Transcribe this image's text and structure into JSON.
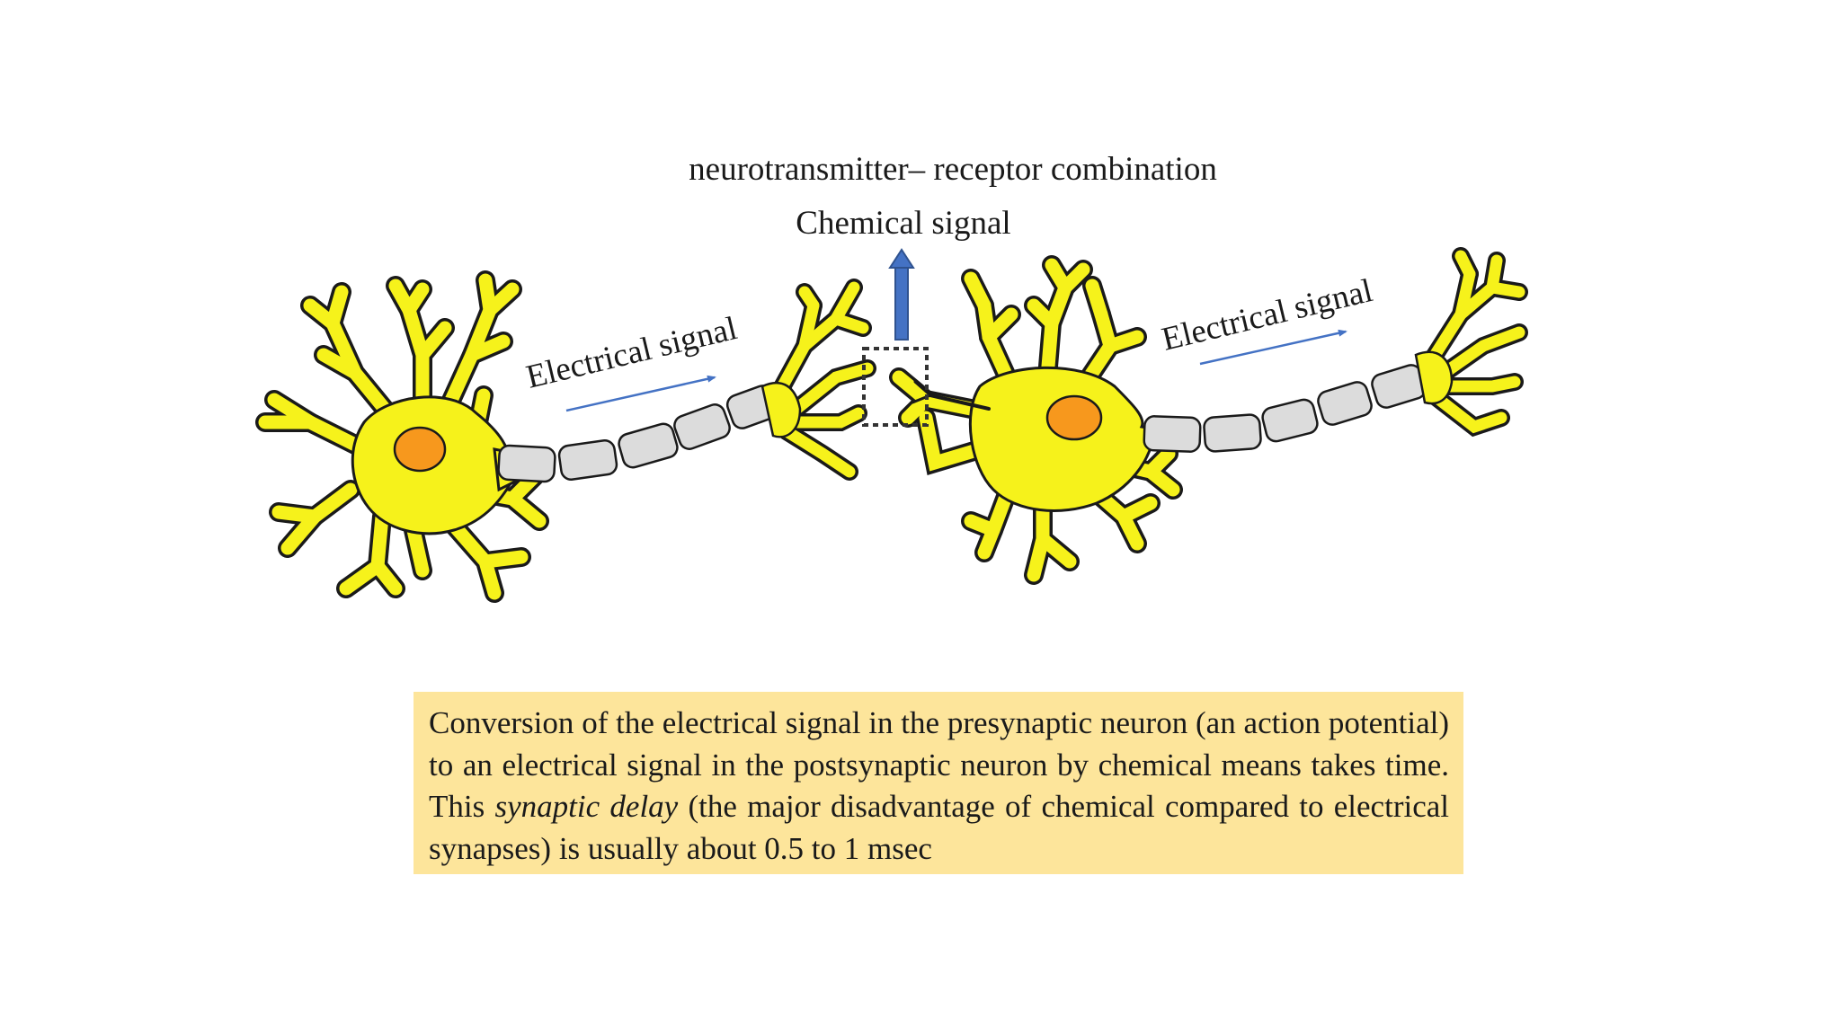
{
  "labels": {
    "neurotransmitter": "neurotransmitter– receptor combination",
    "chemical_signal": "Chemical signal",
    "electrical_signal_left": "Electrical signal",
    "electrical_signal_right": "Electrical signal"
  },
  "caption": {
    "part1": "Conversion of the electrical signal in the presynaptic neuron (an action potential) to an electrical signal in the postsynaptic neuron by chemical means takes time. This ",
    "emphasis": "synaptic delay",
    "part2": " (the major disadvantage of chemical compared to electrical synapses) is usually about 0.5 to 1 msec"
  },
  "colors": {
    "neuron_body": "#f6f21b",
    "nucleus": "#f7981d",
    "myelin": "#dcdcdc",
    "arrow": "#4472c4",
    "caption_background": "#fde59b",
    "synapse_box": "#333333"
  }
}
